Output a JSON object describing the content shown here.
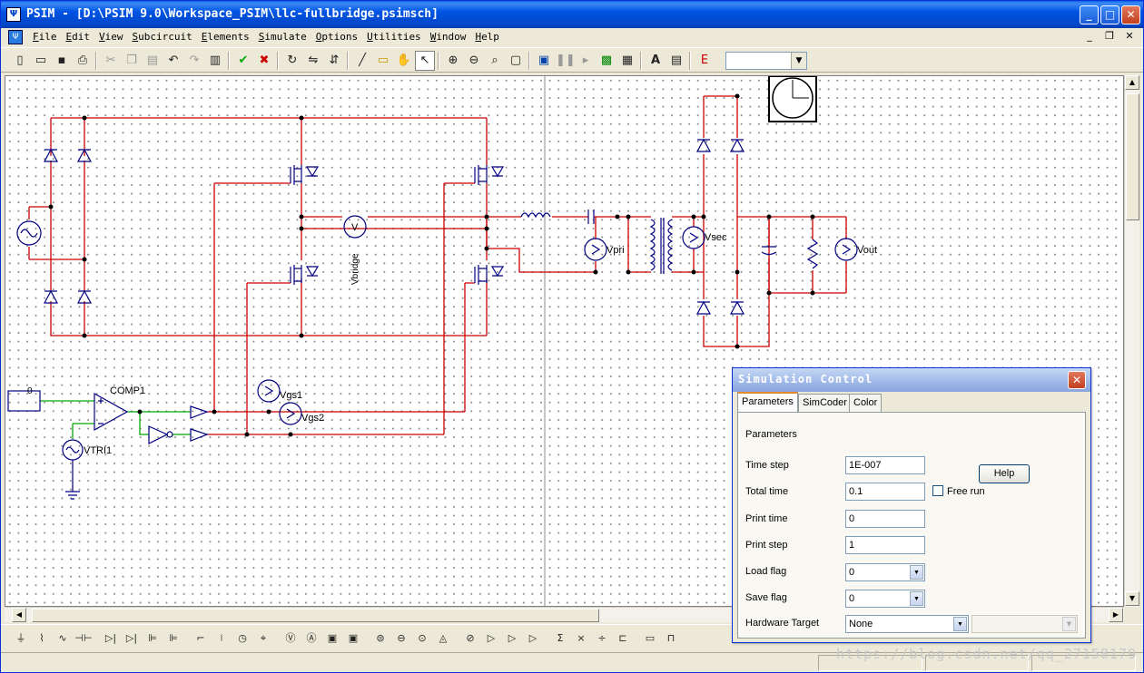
{
  "window": {
    "title": "PSIM - [D:\\PSIM 9.0\\Workspace_PSIM\\llc-fullbridge.psimsch]"
  },
  "menu": [
    "File",
    "Edit",
    "View",
    "Subcircuit",
    "Elements",
    "Simulate",
    "Options",
    "Utilities",
    "Window",
    "Help"
  ],
  "toolbar": {
    "buttons": [
      "new-icon",
      "open-icon",
      "save-icon",
      "print-icon",
      "cut-icon",
      "copy-icon",
      "paste-icon",
      "undo-icon",
      "redo-icon",
      "clipboard-icon",
      "check-icon",
      "cross-icon",
      "rotate-icon",
      "flip-horizontal-icon",
      "flip-vertical-icon",
      "wire-icon",
      "label-icon",
      "pan-icon",
      "select-icon",
      "zoom-in-icon",
      "zoom-out-icon",
      "zoom-area-icon",
      "zoom-fit-icon",
      "run-simulation-icon",
      "pause-icon",
      "step-icon",
      "simview-icon",
      "display-icon",
      "text-icon",
      "parameter-icon",
      "escape-icon",
      "draw-icon"
    ],
    "zoom_value": ""
  },
  "schematic": {
    "labels": {
      "comp": "COMP1",
      "vtri": "VTRI1",
      "vgs1": "Vgs1",
      "vgs2": "Vgs2",
      "vbridge": "Vbridge",
      "vpri": "Vpri",
      "vsec": "Vsec",
      "vout": "Vout",
      "const_zero": "0",
      "volt_symbol": "V"
    },
    "colors": {
      "wire_red": "#cc0000",
      "wire_green": "#00aa00",
      "component": "#000080"
    }
  },
  "element_bar": {
    "icons": [
      "ground-icon",
      "resistor-icon",
      "inductor-icon",
      "capacitor-icon",
      "diode-icon",
      "thyristor-icon",
      "mosfet-icon",
      "igbt-icon",
      "switch-icon",
      "transformer-icon",
      "meter-icon",
      "probe-icon",
      "voltmeter-icon",
      "ammeter-icon",
      "scope-icon",
      "display-icon",
      "ac-source-icon",
      "dc-source-icon",
      "current-source-icon",
      "triangle-source-icon",
      "step-source-icon",
      "amplifier-icon",
      "comparator-icon",
      "gain-icon",
      "summer-icon",
      "multiplier-icon",
      "divider-icon",
      "limiter-icon",
      "gating-block-icon",
      "pwm-icon"
    ]
  },
  "dialog": {
    "title": "Simulation Control",
    "tabs": [
      "Parameters",
      "SimCoder",
      "Color"
    ],
    "section_label": "Parameters",
    "help_label": "Help",
    "fields": {
      "time_step": {
        "label": "Time step",
        "value": "1E-007"
      },
      "total_time": {
        "label": "Total time",
        "value": "0.1"
      },
      "free_run_label": "Free run",
      "free_run_checked": false,
      "print_time": {
        "label": "Print time",
        "value": "0"
      },
      "print_step": {
        "label": "Print step",
        "value": "1"
      },
      "load_flag": {
        "label": "Load flag",
        "value": "0"
      },
      "save_flag": {
        "label": "Save flag",
        "value": "0"
      },
      "hardware_target": {
        "label": "Hardware Target",
        "value": "None"
      }
    }
  },
  "watermark": "https://blog.csdn.net/qq_27158179"
}
